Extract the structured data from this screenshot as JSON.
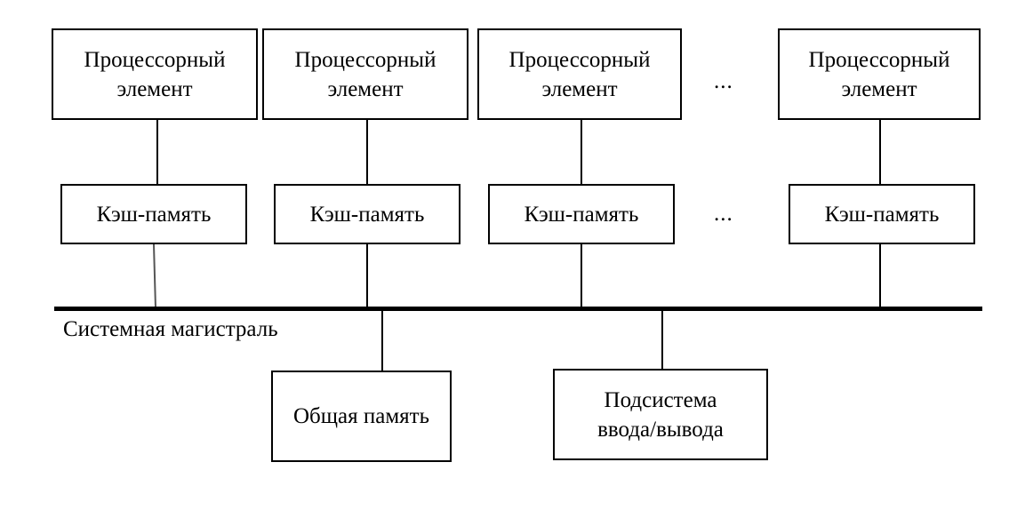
{
  "diagram": {
    "title_text_present": false,
    "colors": {
      "stroke": "#000000",
      "background": "#ffffff",
      "soft_stroke": "#555555"
    },
    "processor_row": {
      "ellipsis": "...",
      "nodes": [
        {
          "label": "Процессорный\nэлемент"
        },
        {
          "label": "Процессорный\nэлемент"
        },
        {
          "label": "Процессорный\nэлемент"
        },
        {
          "label": "Процессорный\nэлемент"
        }
      ]
    },
    "cache_row": {
      "ellipsis": "...",
      "nodes": [
        {
          "label": "Кэш-память"
        },
        {
          "label": "Кэш-память"
        },
        {
          "label": "Кэш-память"
        },
        {
          "label": "Кэш-память"
        }
      ]
    },
    "bus": {
      "label": "Системная магистраль"
    },
    "bottom_row": {
      "nodes": [
        {
          "label": "Общая память"
        },
        {
          "label": "Подсистема\nввода/вывода"
        }
      ]
    }
  }
}
